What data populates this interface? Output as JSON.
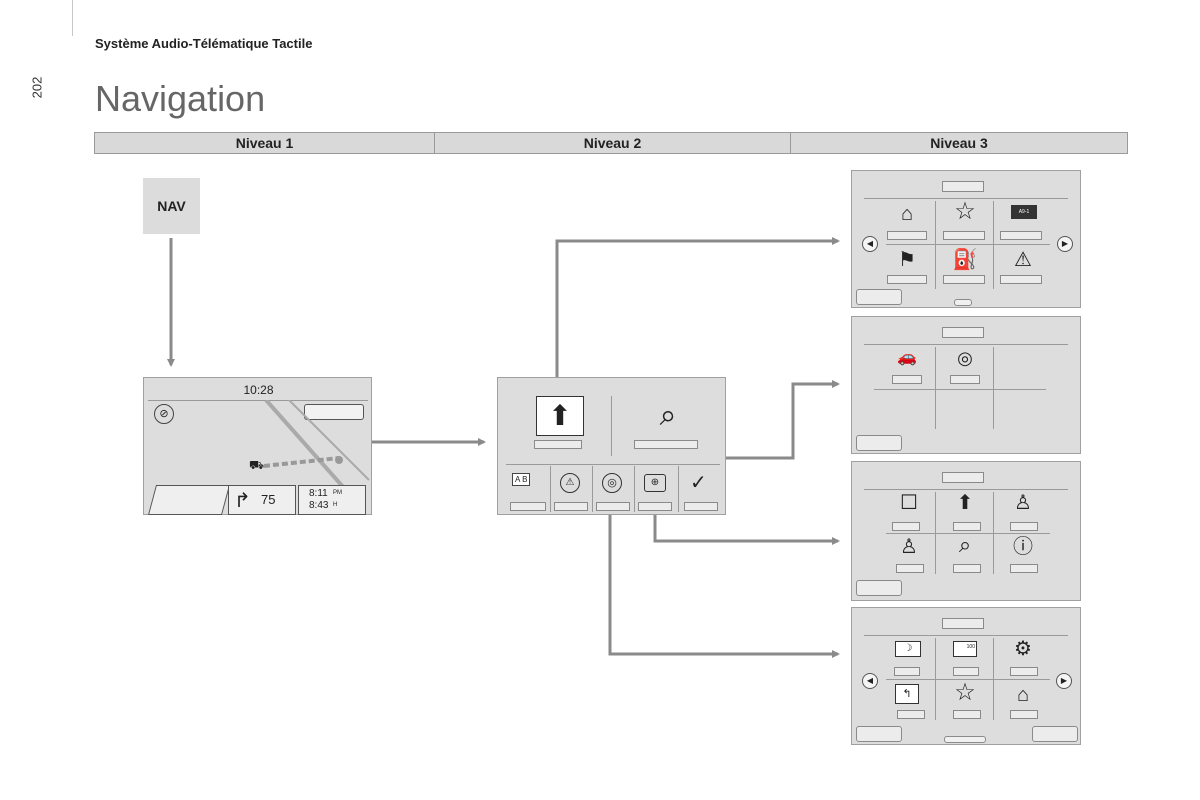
{
  "header": {
    "doc_title": "Système Audio-Télématique Tactile",
    "page_number": "202",
    "section_title": "Navigation"
  },
  "levels": [
    {
      "label": "Niveau 1"
    },
    {
      "label": "Niveau 2"
    },
    {
      "label": "Niveau 3"
    }
  ],
  "level1": {
    "nav_button": "NAV",
    "screen": {
      "clock": "10:28",
      "speed": "75",
      "arrival_time": "8:11",
      "arrival_suffix": "PM",
      "duration": "8:43",
      "duration_suffix": "H"
    }
  },
  "icons": {
    "home": "⌂",
    "star": "☆",
    "flag": "⚑",
    "fuel": "⛽",
    "warning": "⚠",
    "cars": "🚗",
    "camera": "◎",
    "phone": "☐",
    "person": "♙",
    "search": "⌕",
    "info": "ⓘ",
    "moon": "☽",
    "check": "✓",
    "arrow_up": "⬆",
    "prev": "◀",
    "next": "▶"
  },
  "road_sign_label": "A9-1",
  "speed_limit_label": "100",
  "ab_label_a": "A",
  "ab_label_b": "B"
}
